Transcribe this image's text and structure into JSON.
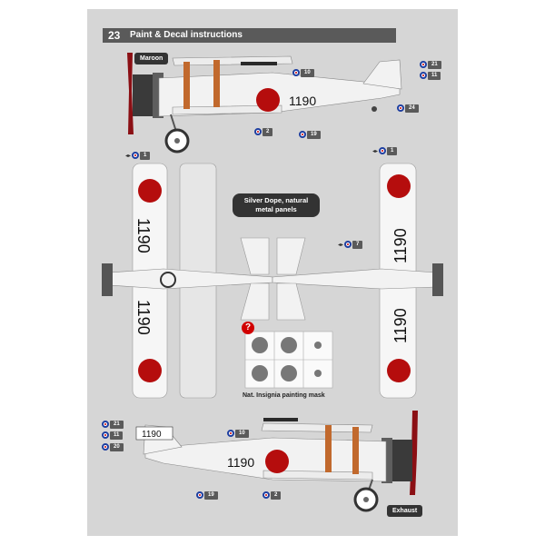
{
  "header": {
    "number": "23",
    "title": "Paint & Decal instructions"
  },
  "callouts": {
    "maroon": "Maroon",
    "silver": "Silver Dope, natural metal panels",
    "exhaust": "Exhaust",
    "mask_caption": "Nat. Insignia painting mask",
    "question_mark": "?"
  },
  "aircraft_code": "1190",
  "refs": {
    "side_top": [
      "10",
      "21",
      "11",
      "24",
      "2",
      "19"
    ],
    "upper_view": [
      "1"
    ],
    "lower_view": [
      "1",
      "7"
    ],
    "side_bottom": [
      "21",
      "11",
      "20",
      "10",
      "19",
      "2"
    ]
  },
  "colors": {
    "hinomaru": "#b50d0d",
    "ref_ring": "#1f3fa0",
    "header_bg": "#5a5a5a",
    "page_bg": "#d6d6d6"
  }
}
